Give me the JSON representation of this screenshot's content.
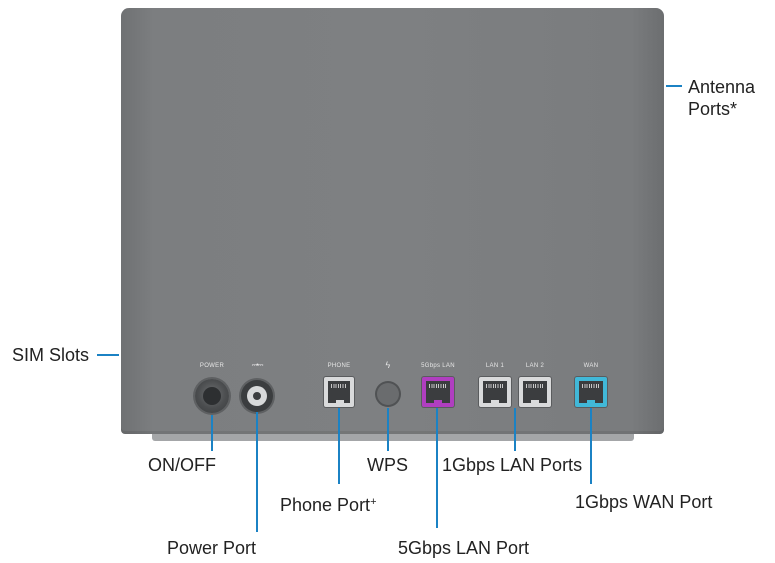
{
  "case_labels": {
    "power": "POWER",
    "dc": "⎓•⎓",
    "phone": "PHONE",
    "wps_symbol": "ϟ",
    "lan_5g": "5Gbps LAN",
    "lan1": "LAN 1",
    "lan2": "LAN 2",
    "wan": "WAN"
  },
  "callouts": {
    "antenna_line1": "Antenna",
    "antenna_line2": "Ports*",
    "sim_slots": "SIM Slots",
    "on_off": "ON/OFF",
    "power_port": "Power Port",
    "phone_port": "Phone Port",
    "phone_port_mark": "+",
    "wps": "WPS",
    "lan_5g_port": "5Gbps LAN Port",
    "lan_1g_ports": "1Gbps LAN Ports",
    "wan_port": "1Gbps WAN Port"
  },
  "colors": {
    "callout_line": "#1b82c4",
    "router_body": "#7e8082",
    "lan_5g_port": "#b03ec0",
    "wan_port": "#41b8d8"
  }
}
